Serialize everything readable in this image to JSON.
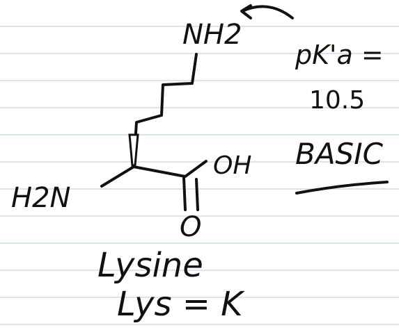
{
  "molecule": {
    "name": "Lysine",
    "abbreviation": "Lys = K",
    "amine_group": "H2N",
    "side_chain_group": "NH2",
    "acid_group": "OH",
    "carbonyl_oxygen": "O"
  },
  "annotation": {
    "pka_label": "pK'a =",
    "pka_value": "10.5",
    "classification": "BASIC"
  },
  "colors": {
    "ink": "#111111",
    "ruled_lines": "#d8e6f3",
    "background": "#ffffff"
  }
}
